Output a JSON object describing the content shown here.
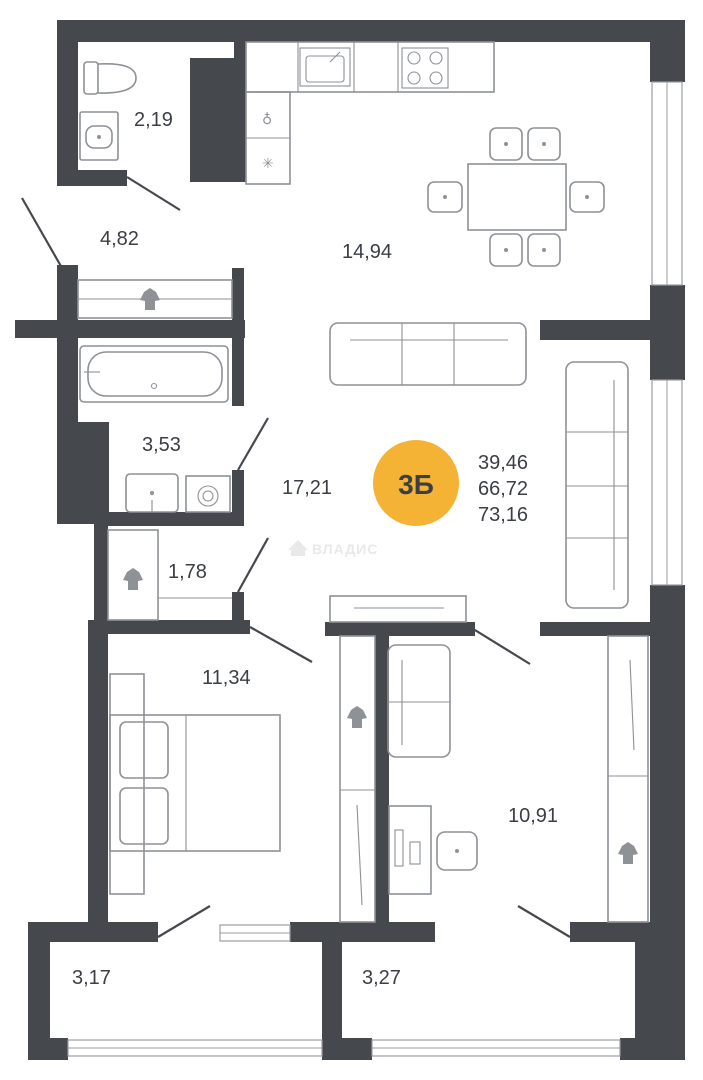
{
  "plan": {
    "apartment_type": "3Б",
    "badge_color": "#f5b335",
    "wall_color": "#45484d",
    "areas": {
      "living": "39,46",
      "total": "66,72",
      "total_with_balconies": "73,16"
    },
    "rooms": {
      "toilet": "2,19",
      "hall_top": "4,82",
      "kitchen_living": "14,94",
      "bathroom": "3,53",
      "corridor": "17,21",
      "closet": "1,78",
      "bedroom": "11,34",
      "room_small": "10,91",
      "balcony_left": "3,17",
      "balcony_right": "3,27"
    },
    "watermark": "ВЛАДИС",
    "furniture_icons": [
      "toilet-icon",
      "sink-icon",
      "stove-icon",
      "wardrobe-icon",
      "bathtub-icon",
      "washing-machine-icon",
      "sofa-icon",
      "bed-icon",
      "desk-icon",
      "chair-icon",
      "dining-table-icon"
    ]
  }
}
